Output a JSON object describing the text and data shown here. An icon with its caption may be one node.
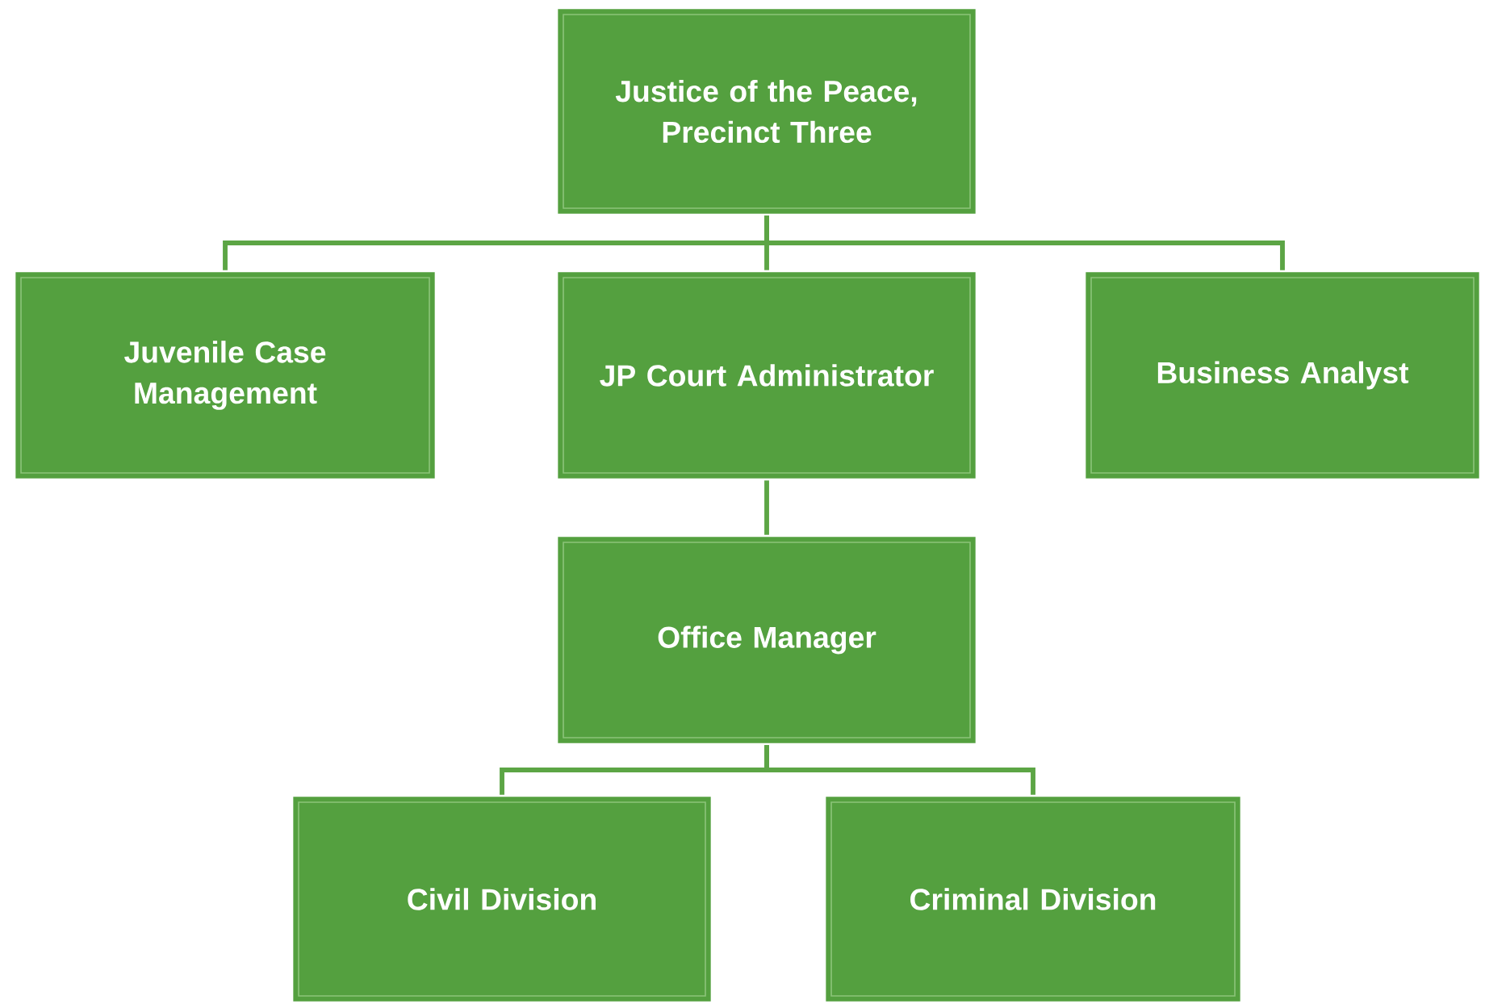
{
  "diagram": {
    "nodes": [
      {
        "text": [
          "Justice of the Peace, Precinct Three"
        ]
      },
      {
        "text": [
          "Juvenile Case Management"
        ]
      },
      {
        "text": [
          "JP Court Administrator"
        ]
      },
      {
        "text": [
          "Business Analyst"
        ]
      },
      {
        "text": [
          "Office Manager"
        ]
      },
      {
        "text": [
          "Civil Division"
        ]
      },
      {
        "text": [
          "Criminal Division"
        ]
      }
    ],
    "edges": [
      {
        "from": 0,
        "to": 1,
        "arrow": "none"
      },
      {
        "from": 0,
        "to": 2,
        "arrow": "none"
      },
      {
        "from": 0,
        "to": 3,
        "arrow": "none"
      },
      {
        "from": 2,
        "to": 4,
        "arrow": "none"
      },
      {
        "from": 4,
        "to": 5,
        "arrow": "none"
      },
      {
        "from": 4,
        "to": 6,
        "arrow": "none"
      }
    ]
  }
}
